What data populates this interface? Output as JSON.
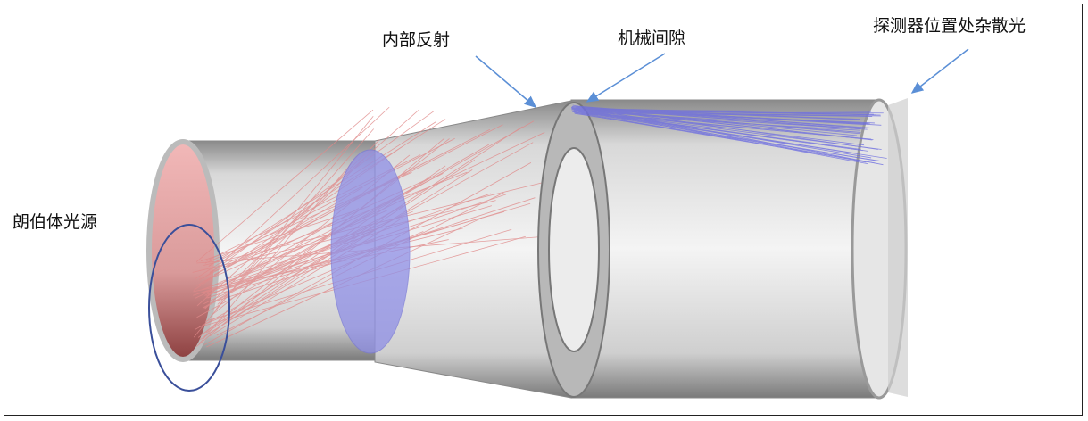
{
  "labels": {
    "internal_reflection": "内部反射",
    "mechanical_gap": "机械间隙",
    "detector_stray_light": "探测器位置处杂散光",
    "lambertian_source": "朗伯体光源"
  },
  "colors": {
    "source": "#d99a9a",
    "lens": "#8f8fe6",
    "rays_red": "#e08a8a",
    "rays_blue": "#6f6fe0",
    "arrow": "#5b8fd6",
    "circle": "#3a4f9a"
  }
}
